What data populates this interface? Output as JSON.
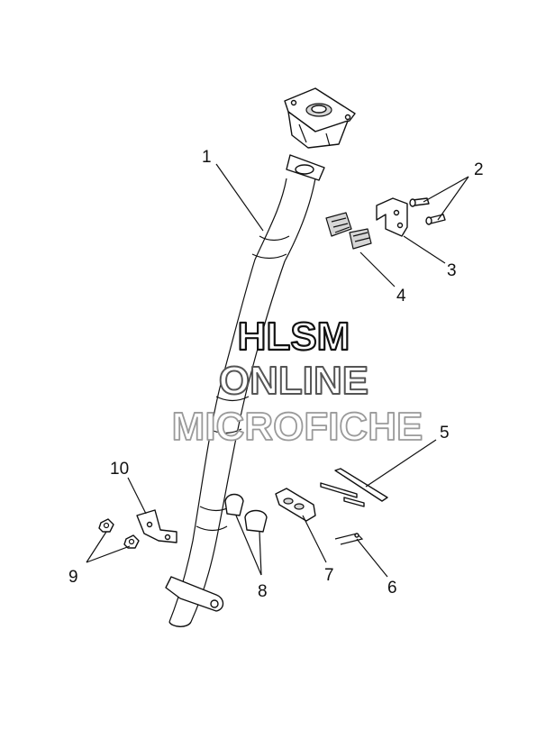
{
  "watermark": {
    "line1": "HLSM",
    "line2": "ONLINE",
    "line3": "MICROFICHE",
    "color_line1": "#111111",
    "color_line2": "#555555",
    "color_line3": "#9a9a9a"
  },
  "callouts": {
    "c1": "1",
    "c2": "2",
    "c3": "3",
    "c4": "4",
    "c5": "5",
    "c6": "6",
    "c7": "7",
    "c8": "8",
    "c9": "9",
    "c10": "10"
  }
}
